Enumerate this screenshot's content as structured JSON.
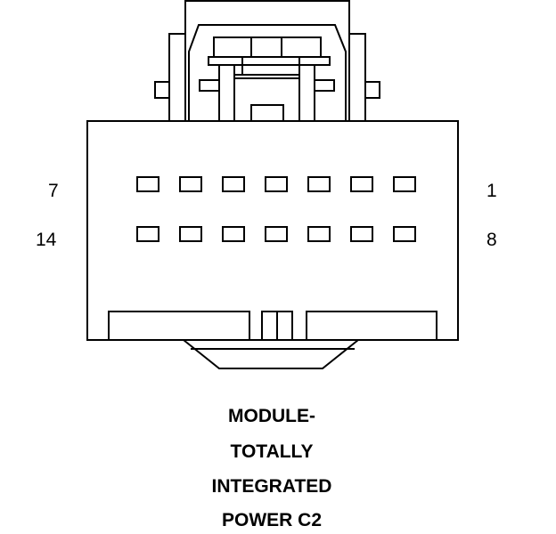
{
  "connector": {
    "pin_labels": {
      "top_left": "7",
      "bottom_left": "14",
      "top_right": "1",
      "bottom_right": "8"
    },
    "pin_rows": 2,
    "pins_per_row": 7
  },
  "caption": {
    "line1": "MODULE-",
    "line2": "TOTALLY",
    "line3": "INTEGRATED",
    "line4": "POWER C2"
  },
  "colors": {
    "stroke": "#000000",
    "background": "#ffffff"
  }
}
